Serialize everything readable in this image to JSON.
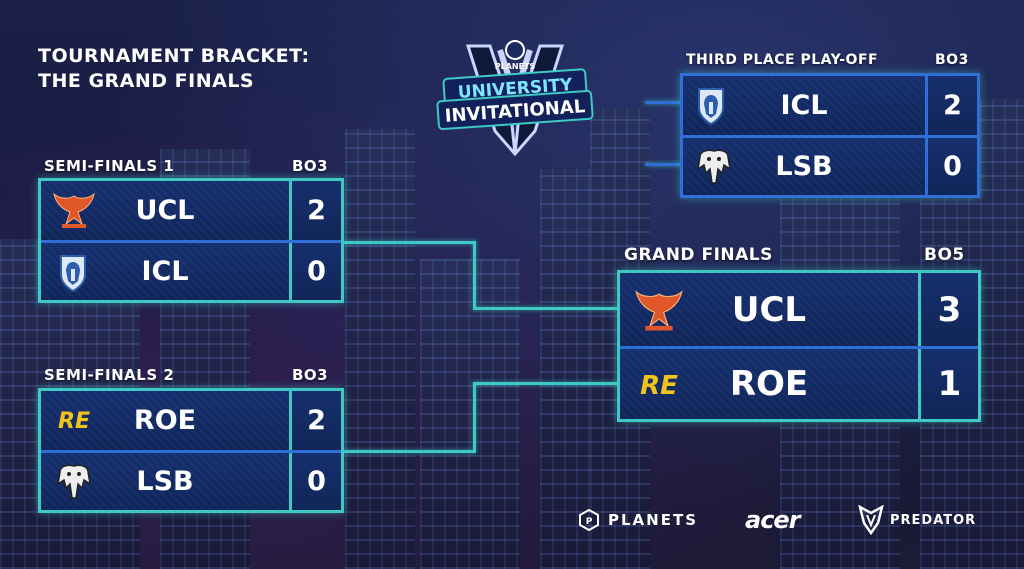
{
  "title": {
    "line1": "TOURNAMENT BRACKET:",
    "line2": "THE GRAND FINALS"
  },
  "logo": {
    "top": "PLANETS",
    "mid": "UNIVERSITY",
    "bottom": "INVITATIONAL"
  },
  "semi1": {
    "label": "SEMI-FINALS 1",
    "format": "BO3",
    "teams": [
      {
        "name": "UCL",
        "score": "2",
        "icon": "ucl-phoenix-icon"
      },
      {
        "name": "ICL",
        "score": "0",
        "icon": "icl-helmet-icon"
      }
    ]
  },
  "semi2": {
    "label": "SEMI-FINALS 2",
    "format": "BO3",
    "teams": [
      {
        "name": "ROE",
        "score": "2",
        "icon": "roe-logo-icon"
      },
      {
        "name": "LSB",
        "score": "0",
        "icon": "lsb-elephant-icon"
      }
    ]
  },
  "third": {
    "label": "THIRD PLACE PLAY-OFF",
    "format": "BO3",
    "teams": [
      {
        "name": "ICL",
        "score": "2",
        "icon": "icl-helmet-icon"
      },
      {
        "name": "LSB",
        "score": "0",
        "icon": "lsb-elephant-icon"
      }
    ]
  },
  "final": {
    "label": "GRAND FINALS",
    "format": "BO5",
    "teams": [
      {
        "name": "UCL",
        "score": "3",
        "icon": "ucl-phoenix-icon"
      },
      {
        "name": "ROE",
        "score": "1",
        "icon": "roe-logo-icon"
      }
    ]
  },
  "emblem_text": {
    "roe": "RE"
  },
  "sponsors": {
    "planets": "PLANETS",
    "acer": "acer",
    "predator": "PREDATOR"
  },
  "colors": {
    "accent": "#3fc9c4",
    "divider": "#2f6fd6",
    "panel": "#16306e",
    "roe": "#f2c318",
    "ucl": "#e0572a"
  }
}
